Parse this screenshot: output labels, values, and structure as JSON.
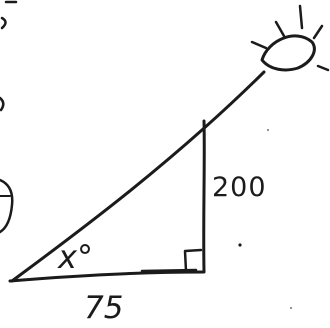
{
  "labels": {
    "angle": "x°",
    "height": "200",
    "base": "75"
  },
  "colors": {
    "ink": "#1b1b1b",
    "paper": "#ffffff"
  },
  "icons": {
    "light_source": "lamp-icon"
  }
}
